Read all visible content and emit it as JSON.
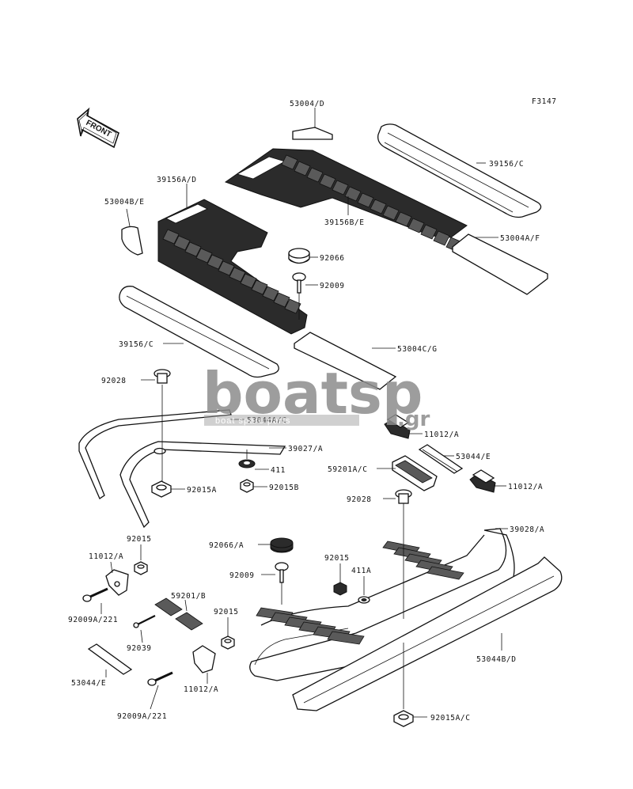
{
  "figure_code": "F3147",
  "front_label": "FRONT",
  "watermark": {
    "main": "boatsp",
    "suffix": ".gr",
    "tagline": "boat spare parts",
    "color_primary": "#8c8c8c",
    "color_secondary": "#b0b0b0"
  },
  "part_labels": {
    "p53004_d": "53004/D",
    "p39156_c_top": "39156/C",
    "p39156a_d": "39156A/D",
    "p53004b_e": "53004B/E",
    "p39156b_e": "39156B/E",
    "p53004a_f": "53004A/F",
    "p92066": "92066",
    "p92009": "92009",
    "p39156_c_left": "39156/C",
    "p53004c_g": "53004C/G",
    "p92028_top": "92028",
    "p53044a_c": "53044A/C",
    "p39027_a": "39027/A",
    "p411": "411",
    "p92015a": "92015A",
    "p92015b": "92015B",
    "p11012_a_r1": "11012/A",
    "p53044_e_r": "53044/E",
    "p59201a_c": "59201A/C",
    "p11012_a_r2": "11012/A",
    "p92028_mid": "92028",
    "p39028_a": "39028/A",
    "p92015_l1": "92015",
    "p11012_a_l1": "11012/A",
    "p92066_a": "92066/A",
    "p92015_m": "92015",
    "p92009_m": "92009",
    "p411a": "411A",
    "p92009a_221_a": "92009A/221",
    "p59201_b": "59201/B",
    "p92015_l2": "92015",
    "p92039": "92039",
    "p53044b_d": "53044B/D",
    "p53044_e_l": "53044/E",
    "p11012_a_l2": "11012/A",
    "p92009a_221_b": "92009A/221",
    "p92015a_c": "92015A/C"
  }
}
